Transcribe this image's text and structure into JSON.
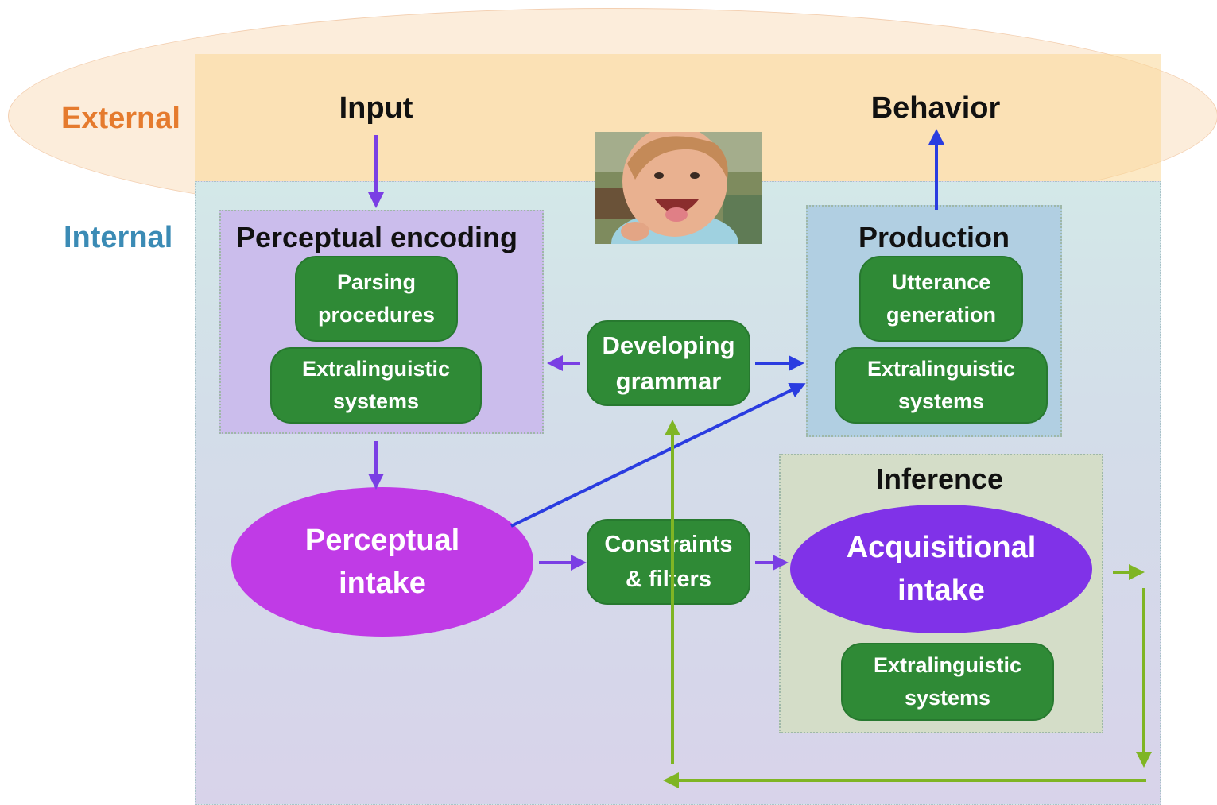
{
  "levels": {
    "external": "External",
    "internal": "Internal"
  },
  "external": {
    "input": "Input",
    "behavior": "Behavior"
  },
  "perceptual_encoding": {
    "title": "Perceptual encoding",
    "parsing": "Parsing\nprocedures",
    "extralinguistic": "Extralinguistic\nsystems"
  },
  "production": {
    "title": "Production",
    "utterance": "Utterance\ngeneration",
    "extralinguistic": "Extralinguistic\nsystems"
  },
  "developing_grammar": "Developing\ngrammar",
  "perceptual_intake": "Perceptual\nintake",
  "constraints": "Constraints\n& filters",
  "inference": {
    "title": "Inference",
    "acquisitional": "Acquisitional\nintake",
    "extralinguistic": "Extralinguistic\nsystems"
  },
  "colors": {
    "external_label": "#e57b2e",
    "internal_label": "#3b8bb5",
    "green_box": "#2f8a36",
    "perceptual_intake": "#c03be6",
    "acquisitional_intake": "#8032e8",
    "purple_arrow": "#7a3fe4",
    "blue_arrow": "#2a3ce0",
    "green_arrow": "#7fb524"
  }
}
